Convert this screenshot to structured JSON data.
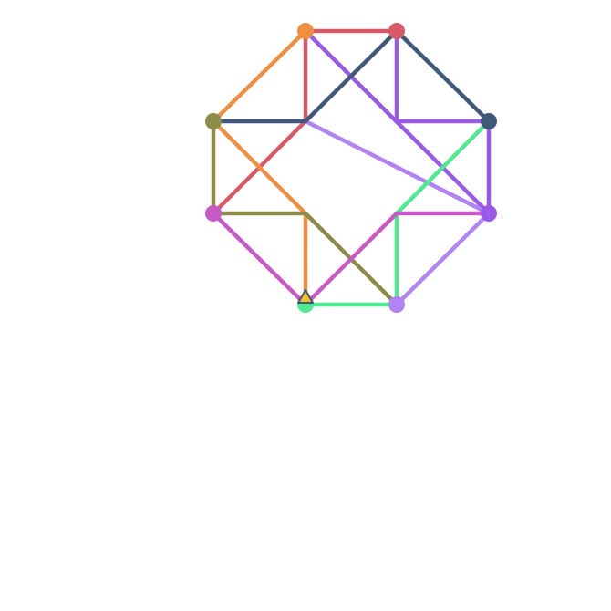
{
  "puzzle": {
    "kind": "color-paths",
    "nodes": [
      {
        "id": "orange",
        "color": "#ee9040"
      },
      {
        "id": "red",
        "color": "#d85a68"
      },
      {
        "id": "olive",
        "color": "#8c8c48"
      },
      {
        "id": "navy",
        "color": "#40587a"
      },
      {
        "id": "magenta",
        "color": "#c85ac8"
      },
      {
        "id": "purple",
        "color": "#9a5ae8"
      },
      {
        "id": "green",
        "color": "#50e890"
      },
      {
        "id": "lavender",
        "color": "#b084f4"
      }
    ],
    "paths": [
      {
        "id": "path-red",
        "color": "#d85a68"
      },
      {
        "id": "path-purple",
        "color": "#9a5ae8"
      },
      {
        "id": "path-orange",
        "color": "#ee9040"
      },
      {
        "id": "path-lavender",
        "color": "#b084f4"
      },
      {
        "id": "path-olive",
        "color": "#8c8c48"
      },
      {
        "id": "path-green",
        "color": "#50e890"
      },
      {
        "id": "path-magenta",
        "color": "#c85ac8"
      },
      {
        "id": "path-navy",
        "color": "#40587a"
      }
    ],
    "cursor": {
      "icon": "triangle-cursor-icon",
      "fill": "#f0c020",
      "stroke": "#40587a"
    }
  }
}
